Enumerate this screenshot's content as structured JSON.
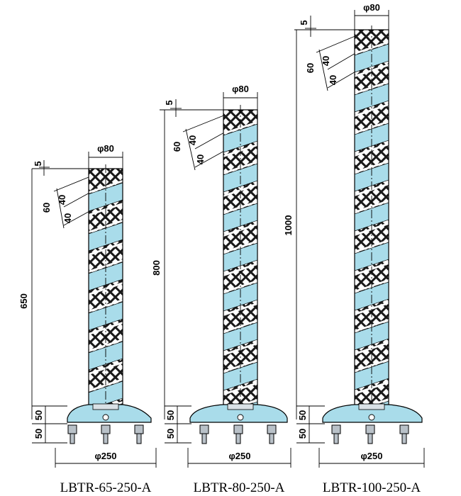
{
  "colors": {
    "light_blue": "#a9dcea",
    "white": "#ffffff",
    "line": "#000000",
    "bolt_gray": "#b9c1c8"
  },
  "posts": [
    {
      "model": "LBTR-65-250-A",
      "diameter_label": "φ80",
      "cap_label": "5",
      "band_labels": [
        "60",
        "40",
        "40"
      ],
      "height_label": "650",
      "base_labels": [
        "50",
        "50"
      ],
      "base_diameter_label": "φ250"
    },
    {
      "model": "LBTR-80-250-A",
      "diameter_label": "φ80",
      "cap_label": "5",
      "band_labels": [
        "60",
        "40",
        "40"
      ],
      "height_label": "800",
      "base_labels": [
        "50",
        "50"
      ],
      "base_diameter_label": "φ250"
    },
    {
      "model": "LBTR-100-250-A",
      "diameter_label": "φ80",
      "cap_label": "5",
      "band_labels": [
        "60",
        "40",
        "40"
      ],
      "height_label": "1000",
      "base_labels": [
        "50",
        "50"
      ],
      "base_diameter_label": "φ250"
    }
  ]
}
